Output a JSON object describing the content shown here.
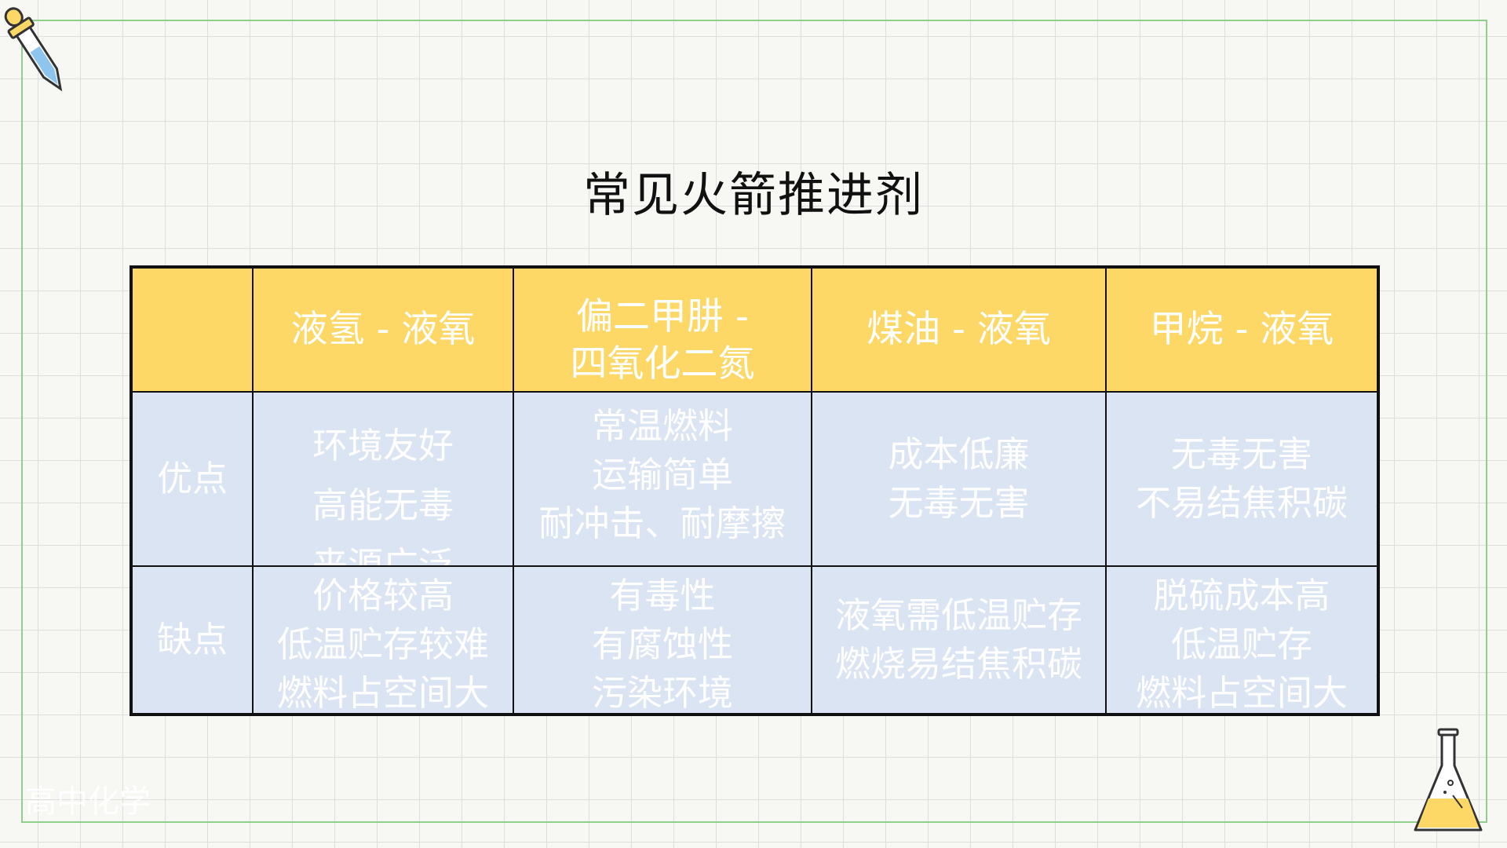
{
  "slide": {
    "title": "常见火箭推进剂",
    "footer": "高中化学"
  },
  "table": {
    "corner": "",
    "columns": [
      "液氢 - 液氧",
      "偏二甲肼 - 四氧化二氮",
      "煤油 - 液氧",
      "甲烷 - 液氧"
    ],
    "column_lines": [
      [
        "液氢 - 液氧"
      ],
      [
        "偏二甲肼 -",
        "四氧化二氮"
      ],
      [
        "煤油 - 液氧"
      ],
      [
        "甲烷 - 液氧"
      ]
    ],
    "rows": [
      {
        "label": "优点",
        "cells": [
          [
            "环境友好",
            "高能无毒",
            "来源广泛"
          ],
          [
            "常温燃料",
            "运输简单",
            "耐冲击、耐摩擦"
          ],
          [
            "成本低廉",
            "无毒无害"
          ],
          [
            "无毒无害",
            "不易结焦积碳"
          ]
        ]
      },
      {
        "label": "缺点",
        "cells": [
          [
            "价格较高",
            "低温贮存较难",
            "燃料占空间大"
          ],
          [
            "有毒性",
            "有腐蚀性",
            "污染环境"
          ],
          [
            "液氧需低温贮存",
            "燃烧易结焦积碳"
          ],
          [
            "脱硫成本高",
            "低温贮存",
            "燃料占空间大"
          ]
        ]
      }
    ]
  },
  "colors": {
    "header_fill": "#fdd866",
    "body_fill": "#dbe4f3",
    "frame": "#8fd18a",
    "cell_text": "#ffffff"
  },
  "icons": [
    "dropper-icon",
    "flask-icon"
  ]
}
